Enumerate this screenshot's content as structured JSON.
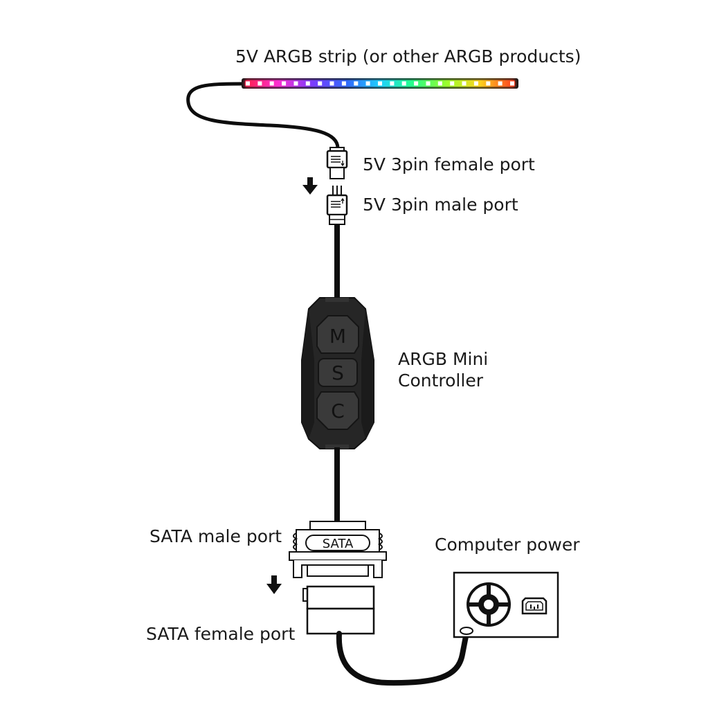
{
  "labels": {
    "strip": "5V ARGB strip (or other ARGB products)",
    "female_3pin": "5V 3pin female port",
    "male_3pin": "5V 3pin male port",
    "controller_line1": "ARGB Mini",
    "controller_line2": "Controller",
    "sata_male": "SATA male port",
    "sata_female": "SATA female port",
    "computer_power": "Computer power"
  },
  "controller": {
    "buttons": [
      "M",
      "S",
      "C"
    ]
  },
  "sata_connector": {
    "text": "SATA"
  },
  "colors": {
    "cable": "#0d0d0d",
    "strip_base": "#1a1a1a",
    "controller_body": "#2a2a2a",
    "controller_button": "#3b3b3b",
    "led_gradient": [
      "#ff1f4b",
      "#ff2fd0",
      "#7b3bff",
      "#2f6bff",
      "#1fd0ff",
      "#24ff8a",
      "#9dff2a",
      "#ffd21f",
      "#ff3b1f"
    ]
  },
  "icons": [
    "down-arrow-icon",
    "power-knob-icon",
    "power-socket-icon"
  ]
}
